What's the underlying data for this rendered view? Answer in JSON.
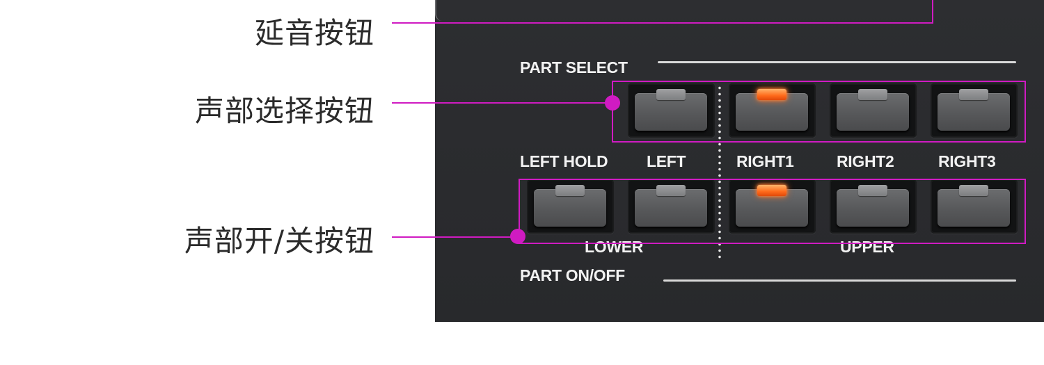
{
  "callouts": {
    "sustain": "延音按钮",
    "part_select": "声部选择按钮",
    "part_on_off": "声部开/关按钮"
  },
  "panel": {
    "part_select_label": "PART SELECT",
    "part_on_off_label": "PART ON/OFF",
    "lower_label": "LOWER",
    "upper_label": "UPPER",
    "column_labels": [
      "LEFT HOLD",
      "LEFT",
      "RIGHT1",
      "RIGHT2",
      "RIGHT3"
    ],
    "part_select_buttons": [
      {
        "part": "LEFT",
        "lit": false
      },
      {
        "part": "RIGHT1",
        "lit": true
      },
      {
        "part": "RIGHT2",
        "lit": false
      },
      {
        "part": "RIGHT3",
        "lit": false
      }
    ],
    "part_on_off_buttons": [
      {
        "part": "LEFT HOLD",
        "lit": false
      },
      {
        "part": "LEFT",
        "lit": false
      },
      {
        "part": "RIGHT1",
        "lit": true
      },
      {
        "part": "RIGHT2",
        "lit": false
      },
      {
        "part": "RIGHT3",
        "lit": false
      }
    ]
  },
  "colors": {
    "callout": "#d01bc2",
    "panel": "#2b2c2f",
    "led_on": "#ff6a1a",
    "led_off": "#8e8f91"
  }
}
